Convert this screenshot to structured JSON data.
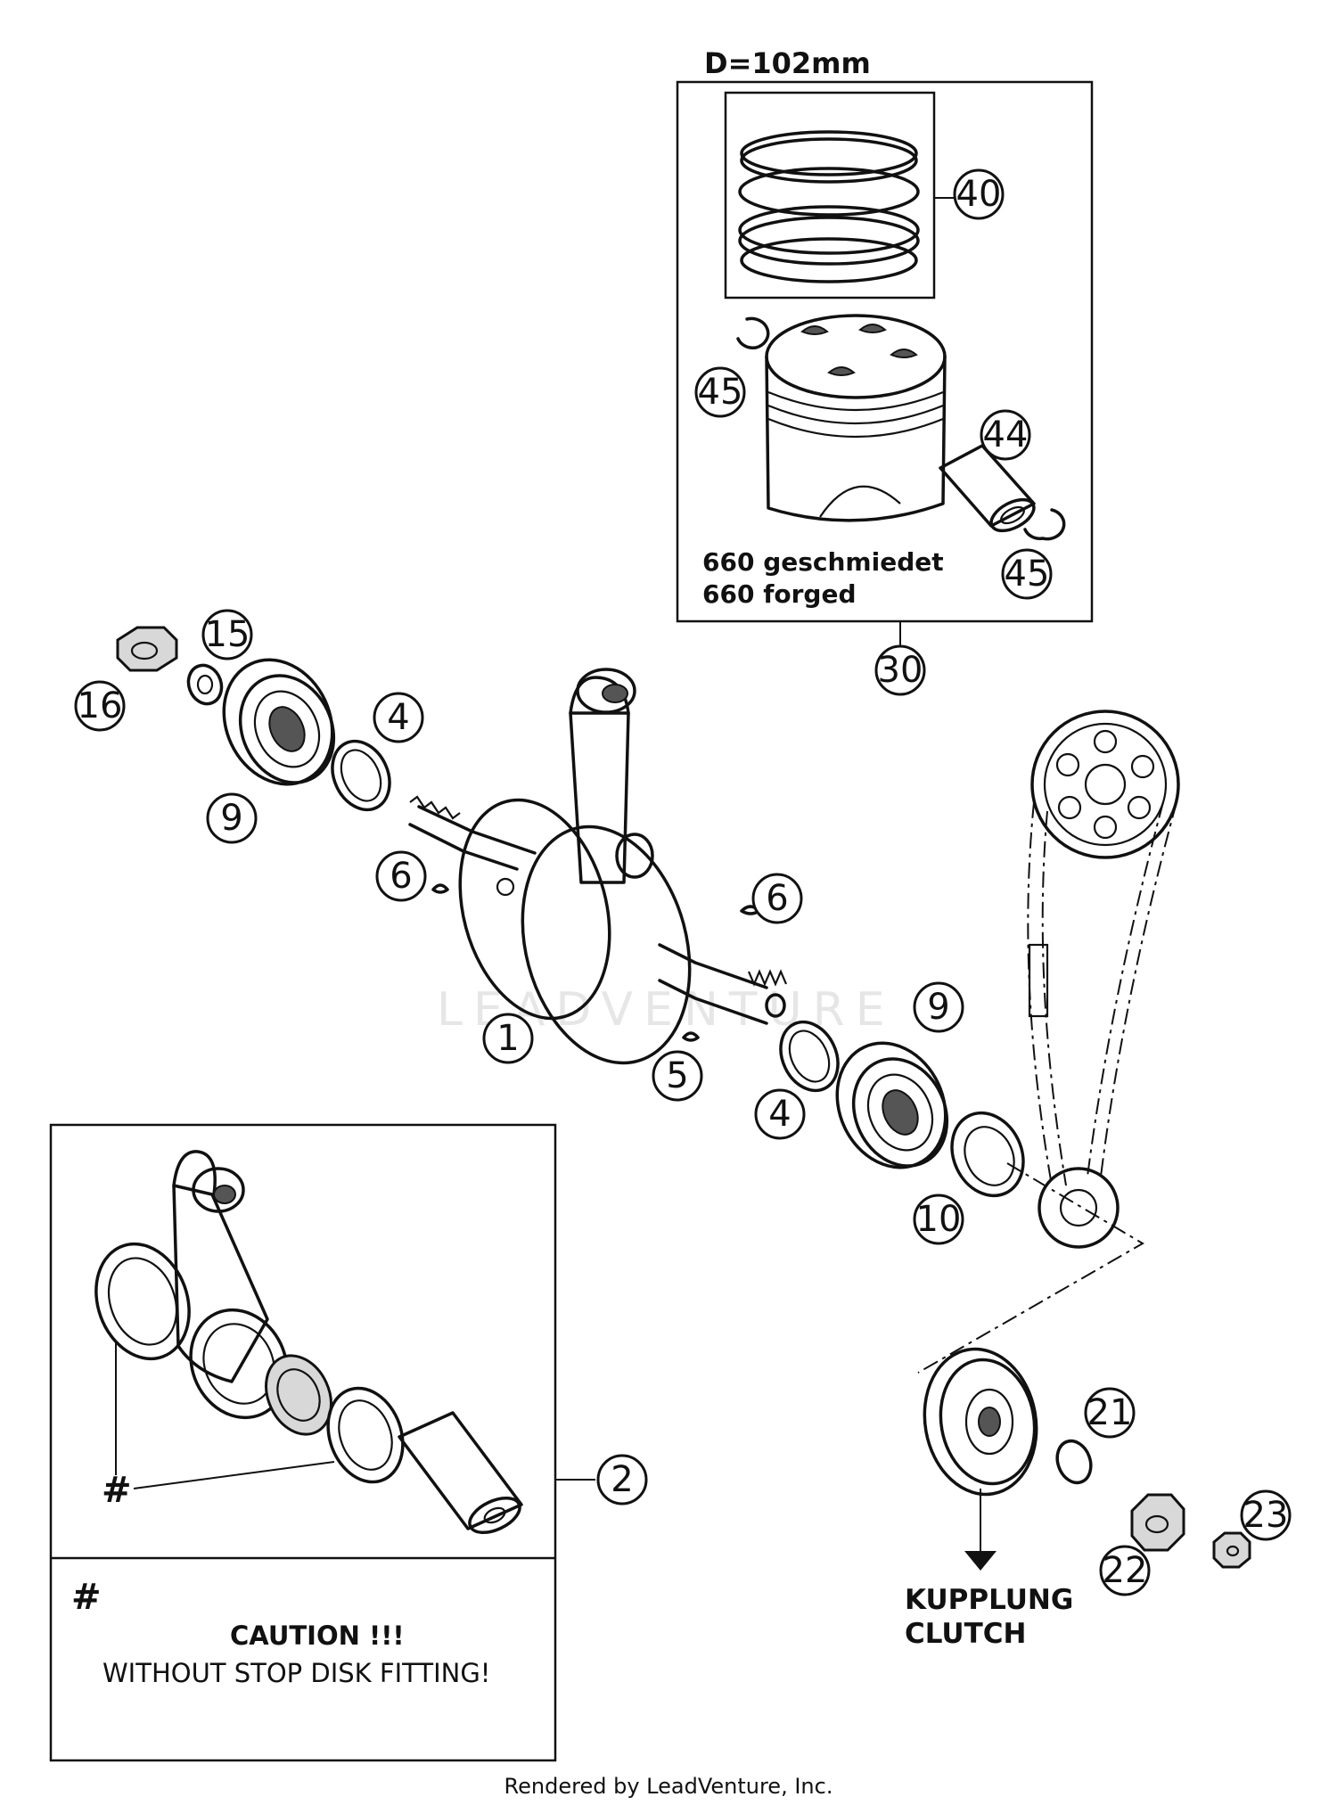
{
  "piston_box": {
    "bore_label": "D=102mm",
    "note_line1": "660 geschmiedet",
    "note_line2": "660 forged"
  },
  "detail_box": {
    "hash_marker": "#",
    "note_hash": "#",
    "caution_title": "CAUTION !!!",
    "caution_text": "WITHOUT STOP DISK FITTING!"
  },
  "clutch_label": {
    "line1": "KUPPLUNG",
    "line2": "CLUTCH"
  },
  "callouts": {
    "c40": "40",
    "c45a": "45",
    "c44": "44",
    "c45b": "45",
    "c30": "30",
    "c15": "15",
    "c16": "16",
    "c4a": "4",
    "c9a": "9",
    "c6a": "6",
    "c6b": "6",
    "c1": "1",
    "c5": "5",
    "c9b": "9",
    "c4b": "4",
    "c10": "10",
    "c2": "2",
    "c21": "21",
    "c22": "22",
    "c23": "23"
  },
  "watermark": "LEADVENTURE",
  "footer": "Rendered by LeadVenture, Inc."
}
